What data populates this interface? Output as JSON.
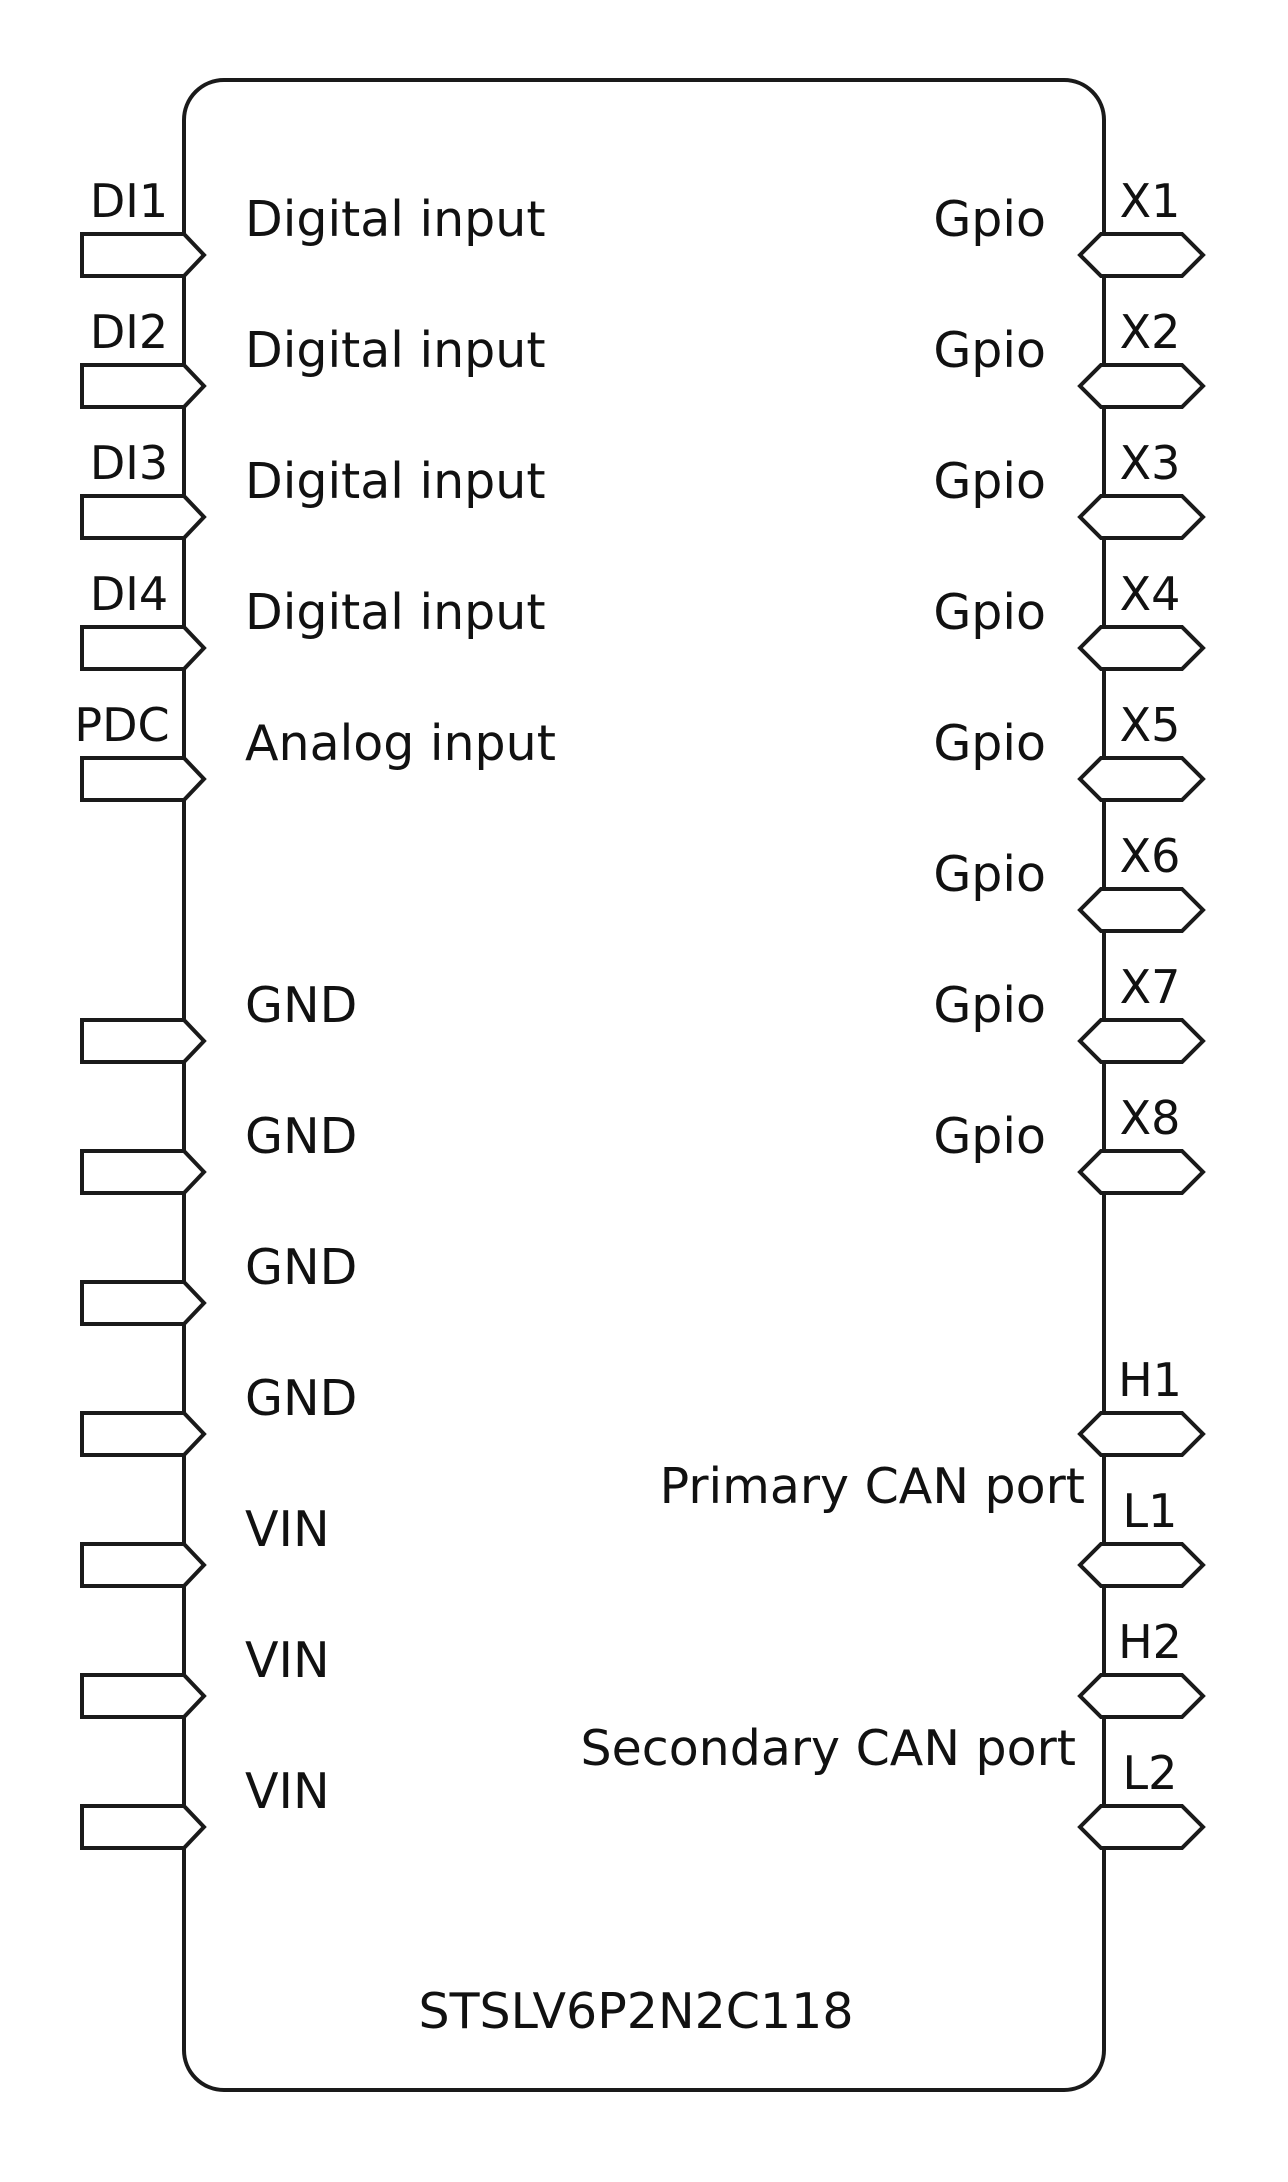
{
  "part_number": "STSLV6P2N2C118",
  "left_pins": [
    {
      "pin": "DI1",
      "function": "Digital input"
    },
    {
      "pin": "DI2",
      "function": "Digital input"
    },
    {
      "pin": "DI3",
      "function": "Digital input"
    },
    {
      "pin": "DI4",
      "function": "Digital input"
    },
    {
      "pin": "PDC",
      "function": "Analog input"
    },
    {
      "pin": "",
      "function": "GND"
    },
    {
      "pin": "",
      "function": "GND"
    },
    {
      "pin": "",
      "function": "GND"
    },
    {
      "pin": "",
      "function": "GND"
    },
    {
      "pin": "",
      "function": "VIN"
    },
    {
      "pin": "",
      "function": "VIN"
    },
    {
      "pin": "",
      "function": "VIN"
    }
  ],
  "right_pins": [
    {
      "pin": "X1",
      "function": "Gpio"
    },
    {
      "pin": "X2",
      "function": "Gpio"
    },
    {
      "pin": "X3",
      "function": "Gpio"
    },
    {
      "pin": "X4",
      "function": "Gpio"
    },
    {
      "pin": "X5",
      "function": "Gpio"
    },
    {
      "pin": "X6",
      "function": "Gpio"
    },
    {
      "pin": "X7",
      "function": "Gpio"
    },
    {
      "pin": "X8",
      "function": "Gpio"
    },
    {
      "pin": "H1",
      "function": ""
    },
    {
      "pin": "L1",
      "function": ""
    },
    {
      "pin": "H2",
      "function": ""
    },
    {
      "pin": "L2",
      "function": ""
    }
  ],
  "port_groups": [
    {
      "label": "Primary CAN port"
    },
    {
      "label": "Secondary CAN port"
    }
  ],
  "colors": {
    "stroke": "#1a1a1a",
    "background": "#ffffff"
  }
}
